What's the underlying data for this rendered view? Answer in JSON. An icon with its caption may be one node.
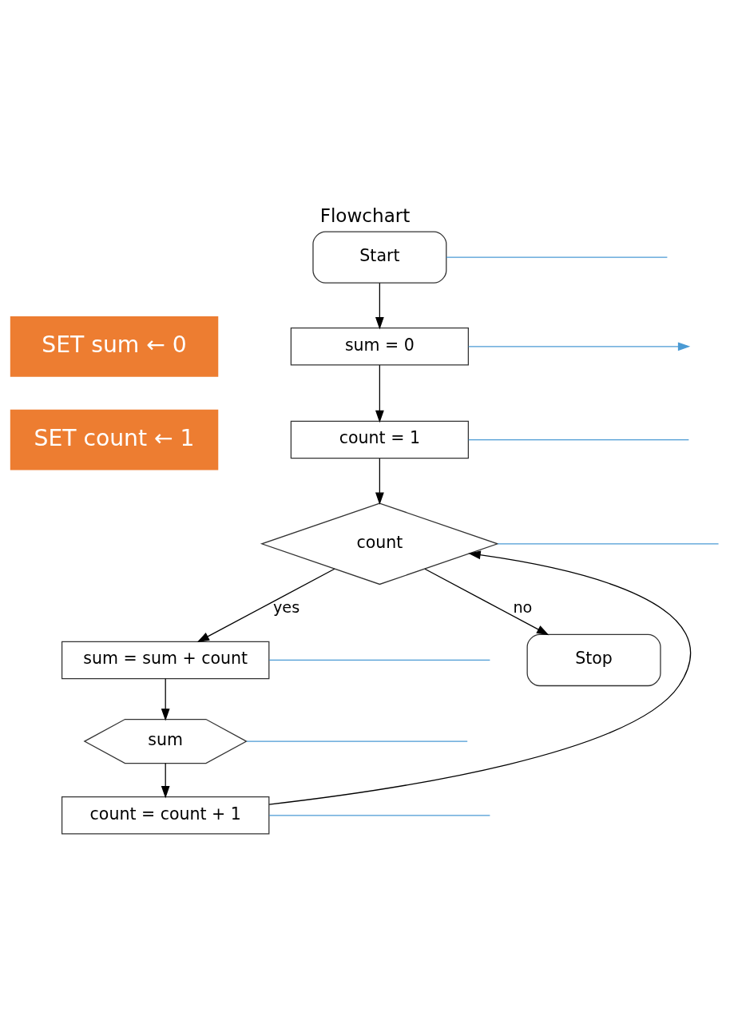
{
  "diagram": {
    "title": "Flowchart",
    "nodes": [
      {
        "text": [
          "Start"
        ]
      },
      {
        "text": [
          "sum = 0"
        ]
      },
      {
        "text": [
          "count = 1"
        ]
      },
      {
        "text": [
          "count"
        ]
      },
      {
        "text": [
          "sum = sum + count"
        ]
      },
      {
        "text": [
          "sum"
        ]
      },
      {
        "text": [
          "count = count + 1"
        ]
      },
      {
        "text": [
          "Stop"
        ]
      },
      {
        "text": [
          "SET sum ← 0"
        ]
      },
      {
        "text": [
          "SET count ← 1"
        ]
      }
    ],
    "edges": [
      {
        "from": 0,
        "to": 1,
        "arrow": "to"
      },
      {
        "from": 1,
        "to": 2,
        "arrow": "to"
      },
      {
        "from": 2,
        "to": 3,
        "arrow": "to"
      },
      {
        "from": 3,
        "to": 4,
        "arrow": "to",
        "label": "yes"
      },
      {
        "from": 4,
        "to": 5,
        "arrow": "to"
      },
      {
        "from": 5,
        "to": 6,
        "arrow": "to"
      },
      {
        "from": 6,
        "to": 3,
        "arrow": "to"
      },
      {
        "from": 3,
        "to": 7,
        "arrow": "to",
        "label": "no"
      },
      {
        "from": 0,
        "to": null,
        "arrow": "none",
        "color": "#4a9ad4"
      },
      {
        "from": 1,
        "to": null,
        "arrow": "to",
        "color": "#4a9ad4"
      },
      {
        "from": 2,
        "to": null,
        "arrow": "none",
        "color": "#4a9ad4"
      },
      {
        "from": 3,
        "to": null,
        "arrow": "none",
        "color": "#4a9ad4"
      },
      {
        "from": 4,
        "to": null,
        "arrow": "none",
        "color": "#4a9ad4"
      },
      {
        "from": 5,
        "to": null,
        "arrow": "none",
        "color": "#4a9ad4"
      },
      {
        "from": 6,
        "to": null,
        "arrow": "none",
        "color": "#4a9ad4"
      }
    ]
  }
}
